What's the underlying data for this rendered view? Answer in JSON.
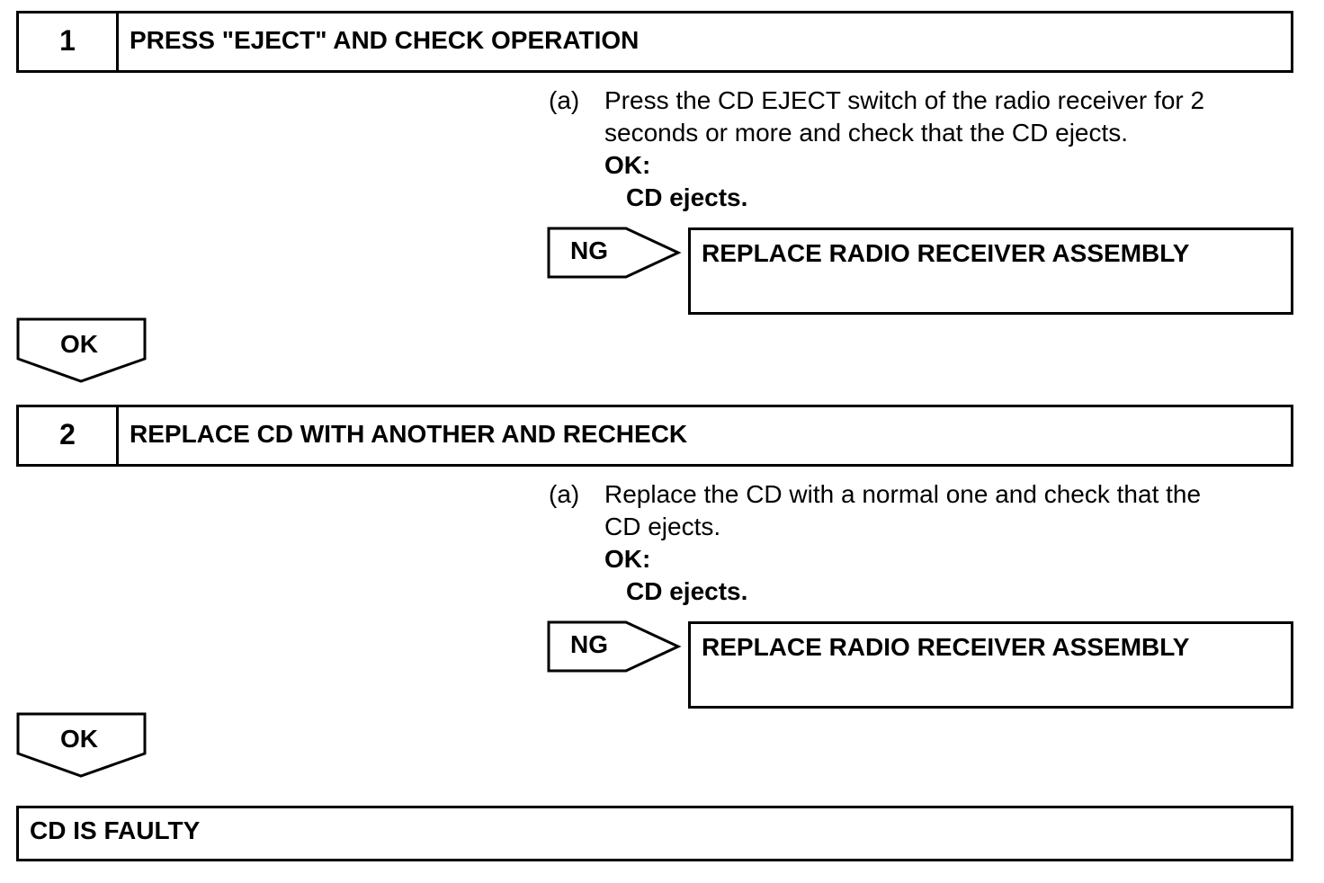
{
  "steps": [
    {
      "number": "1",
      "title": "PRESS \"EJECT\" AND CHECK OPERATION",
      "instruction_label": "(a)",
      "instruction_line1": "Press the CD EJECT switch of the radio receiver for 2",
      "instruction_line2": "seconds or more and check that the CD ejects.",
      "ok_label": "OK:",
      "ok_value": "CD ejects.",
      "ng_label": "NG",
      "ng_action": "REPLACE RADIO RECEIVER ASSEMBLY",
      "ok_arrow_label": "OK"
    },
    {
      "number": "2",
      "title": "REPLACE CD WITH ANOTHER AND RECHECK",
      "instruction_label": "(a)",
      "instruction_line1": "Replace the CD with a normal one and check that the",
      "instruction_line2": "CD ejects.",
      "ok_label": "OK:",
      "ok_value": "CD ejects.",
      "ng_label": "NG",
      "ng_action": "REPLACE RADIO RECEIVER ASSEMBLY",
      "ok_arrow_label": "OK"
    }
  ],
  "final_result": "CD IS FAULTY"
}
